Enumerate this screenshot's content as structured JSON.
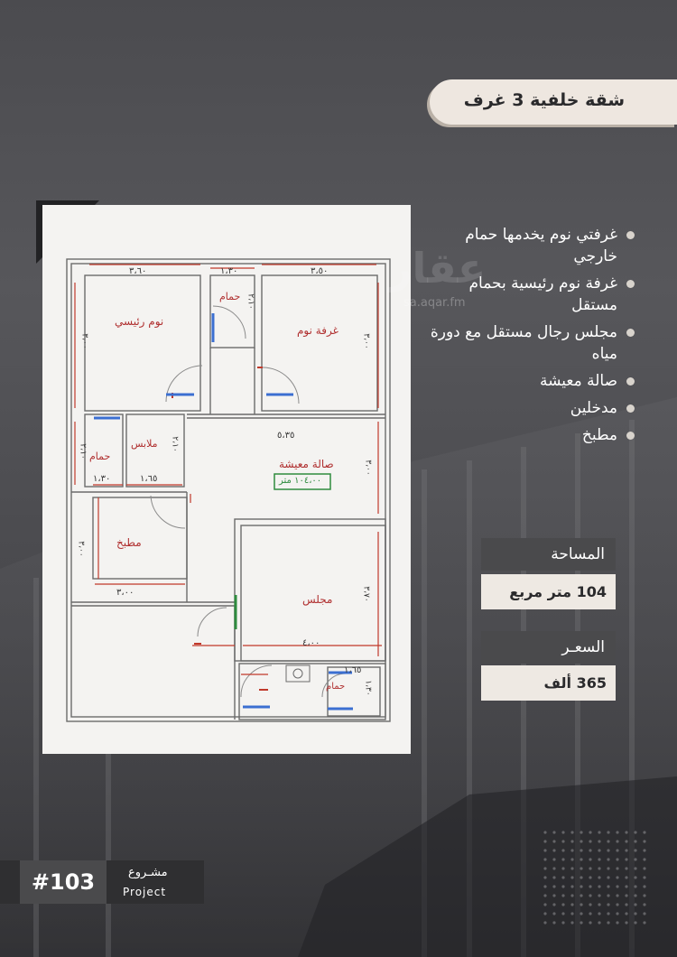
{
  "title": "شقة خلفية 3 غرف",
  "features": [
    "غرفتي نوم يخدمها حمام خارجي",
    "غرفة نوم رئيسية بحمام مستقل",
    "مجلس رجال مستقل مع دورة مياه",
    "صالة معيشة",
    "مدخلين",
    "مطبخ"
  ],
  "watermark": {
    "brand": "عقار",
    "url": "sa.aqar.fm"
  },
  "area": {
    "label": "المساحة",
    "value": "104 متر مربع"
  },
  "price": {
    "label": "السعـر",
    "value": "365 ألف"
  },
  "project": {
    "number": "#103",
    "label_ar": "مشـروع",
    "label_en": "Project"
  },
  "floorplan": {
    "rooms": {
      "master_bedroom": "نوم رئيسي",
      "bedroom": "غرفة نوم",
      "bath_top": "حمام",
      "bath_left": "حمام",
      "closet": "ملابس",
      "living": "صالة معيشة",
      "living_area": "١٠٤،٠٠ متر",
      "kitchen": "مطبخ",
      "majlis": "مجلس",
      "bath_bottom": "حمام"
    },
    "dims": {
      "d_master_w": "٣،٦٠",
      "d_bath_top_w": "١،٣٠",
      "d_bedroom_w": "٣،٥٠",
      "d_master_h": "٣،٠٠",
      "d_bedroom_h": "٣،٠٠",
      "d_bath_top_h": "٢،١٠",
      "d_living_w": "٥،٣٥",
      "d_living_h": "٣،٠٠",
      "d_bath_left_h": "٢،١٠",
      "d_closet_h": "٢،١٠",
      "d_bath_left_w": "١،٣٠",
      "d_closet_w": "١،٦٥",
      "d_kitchen_h": "٣،٠٠",
      "d_kitchen_w": "٣،٠٠",
      "d_majlis_h": "٣،٧٠",
      "d_majlis_w": "٤،٠٠",
      "d_bath_bottom_w": "١،٦٥",
      "d_bath_bottom_h": "١،٣٠"
    }
  },
  "colors": {
    "accent_cream": "#eee7e0",
    "dark_panel": "#4a4a4c",
    "dim_red": "#c0392b",
    "window_blue": "#3b6fd1"
  }
}
